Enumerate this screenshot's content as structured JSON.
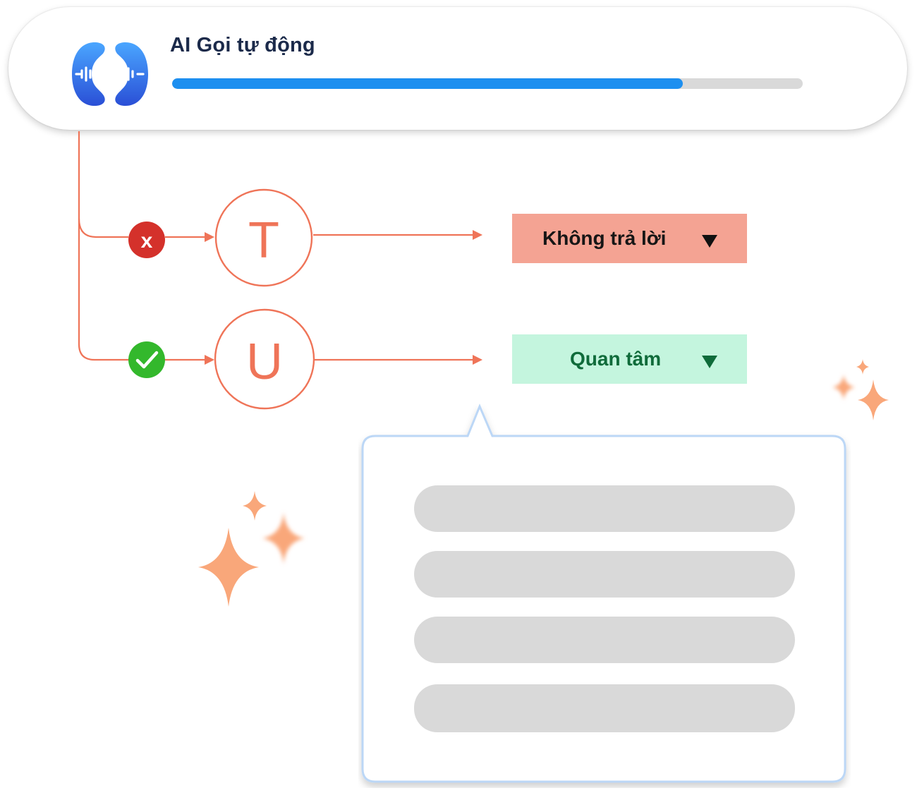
{
  "header": {
    "logo_icon": "ai-voice-logo-icon",
    "title": "AI Gọi tự động",
    "progress_fraction": 0.81,
    "colors": {
      "progress_fill": "#1d8ff0",
      "progress_track": "#d9d9d9",
      "title": "#1b2a4a"
    }
  },
  "flow": {
    "branches": [
      {
        "status_icon": "x-error-icon",
        "node_letter": "T",
        "dropdown_label": "Không trả lời",
        "dropdown_icon": "triangle-down-icon",
        "colors": {
          "status": "#d4312b",
          "dropdown_bg": "#f4a393",
          "dropdown_text": "#161616"
        }
      },
      {
        "status_icon": "check-success-icon",
        "node_letter": "U",
        "dropdown_label": "Quan tâm",
        "dropdown_icon": "triangle-down-icon",
        "colors": {
          "status": "#33b82c",
          "dropdown_bg": "#c4f5de",
          "dropdown_text": "#0f6b3a"
        }
      }
    ],
    "colors": {
      "connector": "#ef7458",
      "node_letter": "#ef7458",
      "sparkle": "#f9a77a"
    }
  },
  "popover": {
    "placeholder_lines": 4,
    "colors": {
      "border": "#bcd7f6",
      "placeholder": "#d9d9d9"
    }
  }
}
